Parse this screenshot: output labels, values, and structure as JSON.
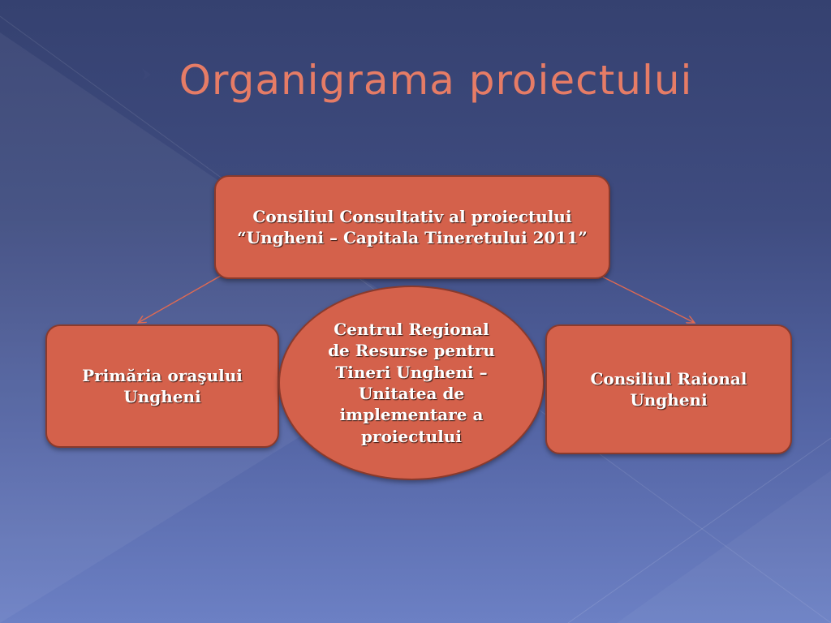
{
  "slide": {
    "title": "Organigrama proiectului"
  },
  "nodes": {
    "top": {
      "lines": [
        "Consiliul Consultativ al proiectului",
        "“Ungheni – Capitala Tineretului 2011”"
      ]
    },
    "left": {
      "lines": [
        "Primăria oraşului",
        "Ungheni"
      ]
    },
    "center": {
      "lines": [
        "Centrul Regional",
        "de Resurse pentru",
        "Tineri Ungheni –",
        "Unitatea de",
        "implementare a",
        "proiectului"
      ]
    },
    "right": {
      "lines": [
        "Consiliul Raional",
        "Ungheni"
      ]
    }
  },
  "colors": {
    "node_fill": "#d4614b",
    "node_border": "#8a3a2c",
    "title": "#e67c66",
    "connector": "#e06a52"
  }
}
